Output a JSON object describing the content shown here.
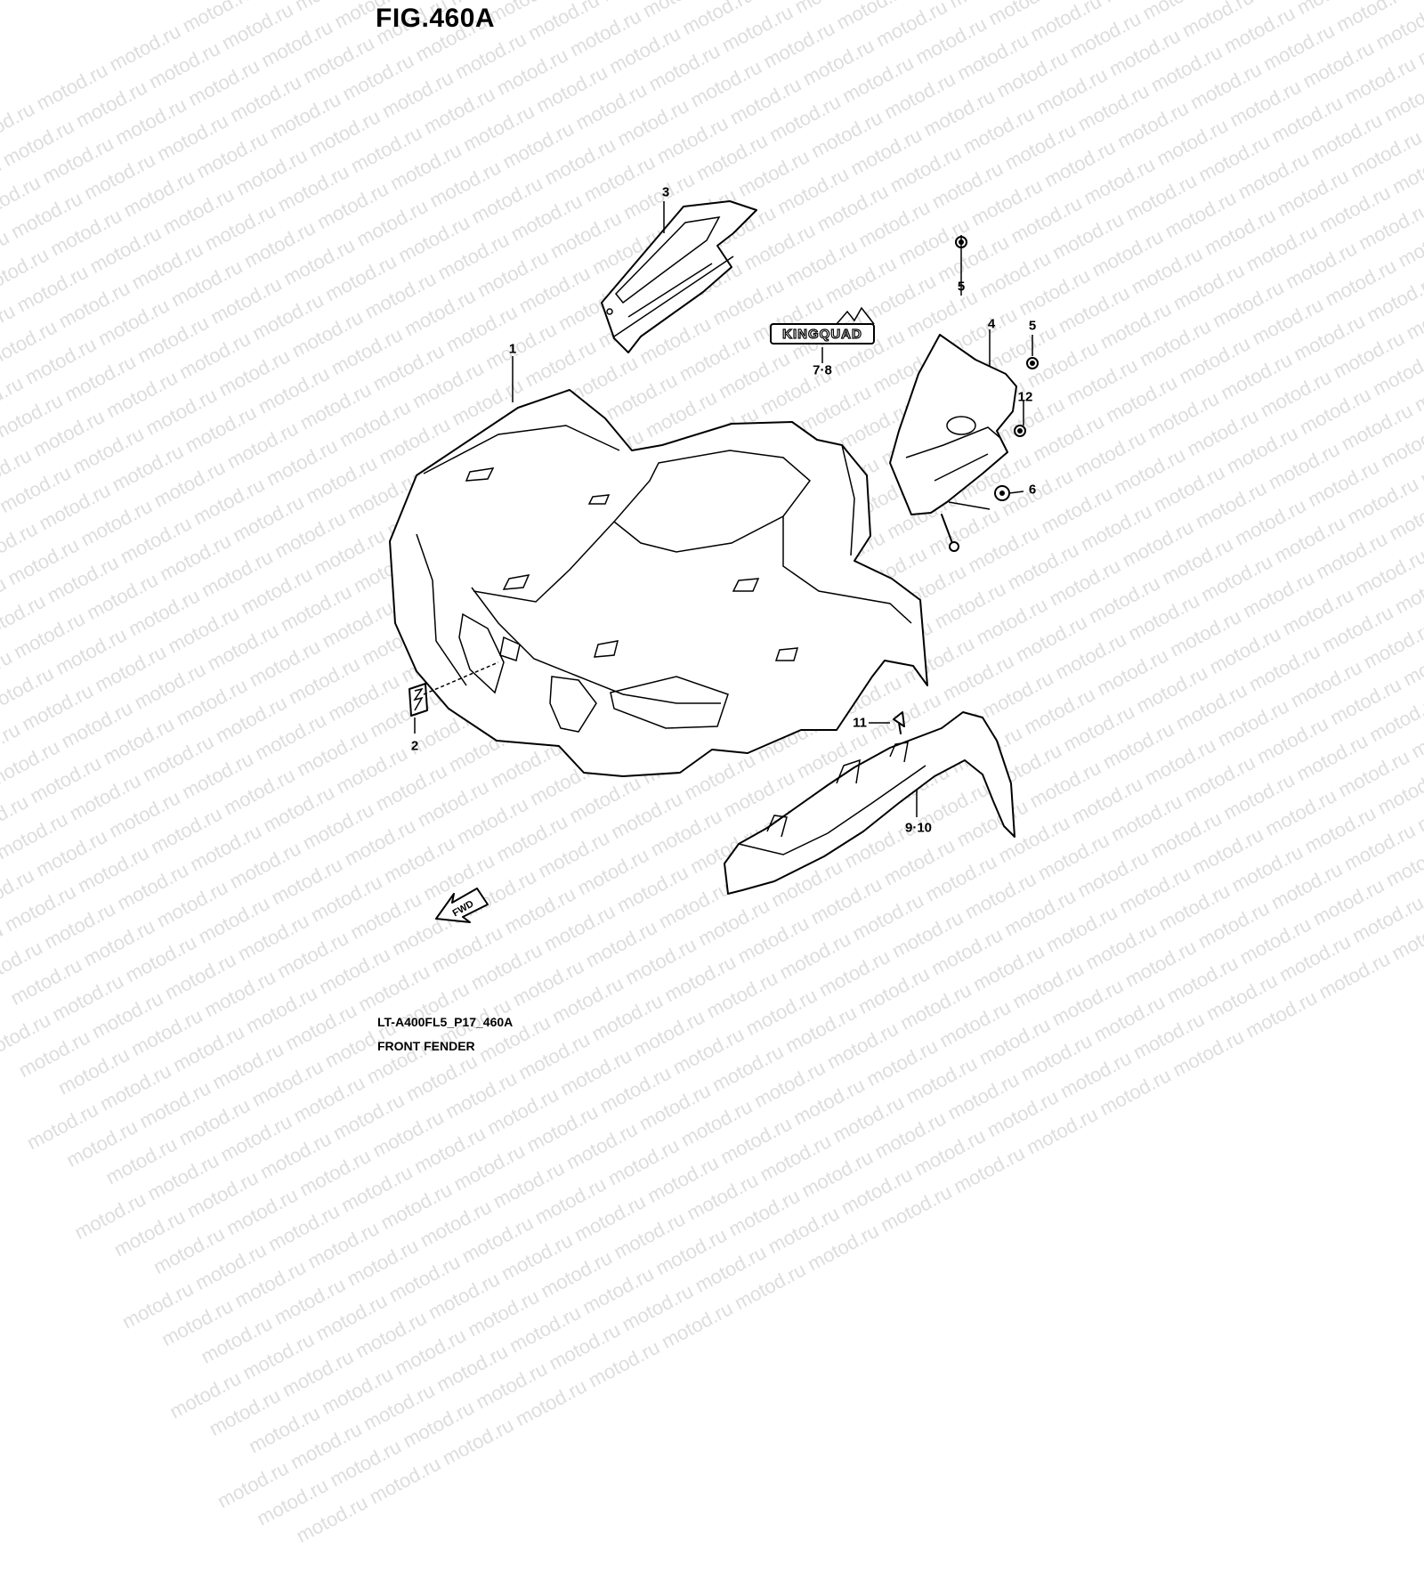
{
  "figure_title": "FIG.460A",
  "footer": {
    "code": "LT-A400FL5_P17_460A",
    "name": "FRONT FENDER"
  },
  "watermark": "motod.ru",
  "emblem_text": "KINGQUAD",
  "fwd_label": "FWD",
  "callouts": {
    "c1": "1",
    "c2": "2",
    "c3": "3",
    "c4": "4",
    "c5a": "5",
    "c5b": "5",
    "c6": "6",
    "c78": "7·8",
    "c910": "9·10",
    "c11": "11",
    "c12": "12"
  }
}
